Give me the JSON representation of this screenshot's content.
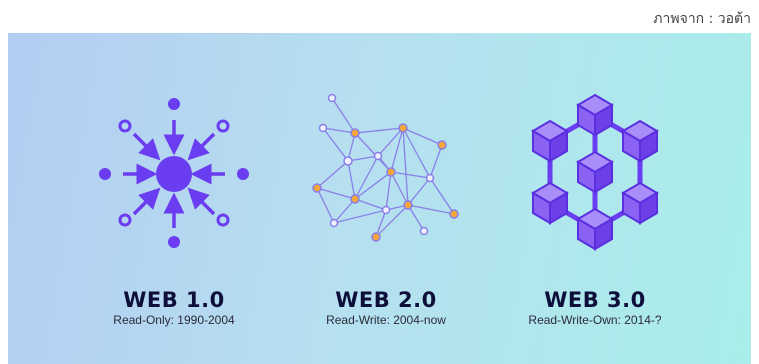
{
  "credit": "ภาพจาก : วอต้า",
  "eras": [
    {
      "title": "WEB 1.0",
      "subtitle": "Read-Only: 1990-2004"
    },
    {
      "title": "WEB 2.0",
      "subtitle": "Read-Write: 2004-now"
    },
    {
      "title": "WEB 3.0",
      "subtitle": "Read-Write-Own: 2014-?"
    }
  ],
  "colors": {
    "purple": "#6a3df0",
    "network_line": "#8a7fe8",
    "network_node_orange": "#f3a63a",
    "network_node_light": "#eef0ff",
    "cube_top": "#a98df8",
    "cube_left": "#8a63f2",
    "cube_right": "#6d3fe6",
    "title_text": "#0e0e3a"
  },
  "icons": [
    "centralized-hub-icon",
    "network-graph-icon",
    "blockchain-cubes-icon"
  ]
}
